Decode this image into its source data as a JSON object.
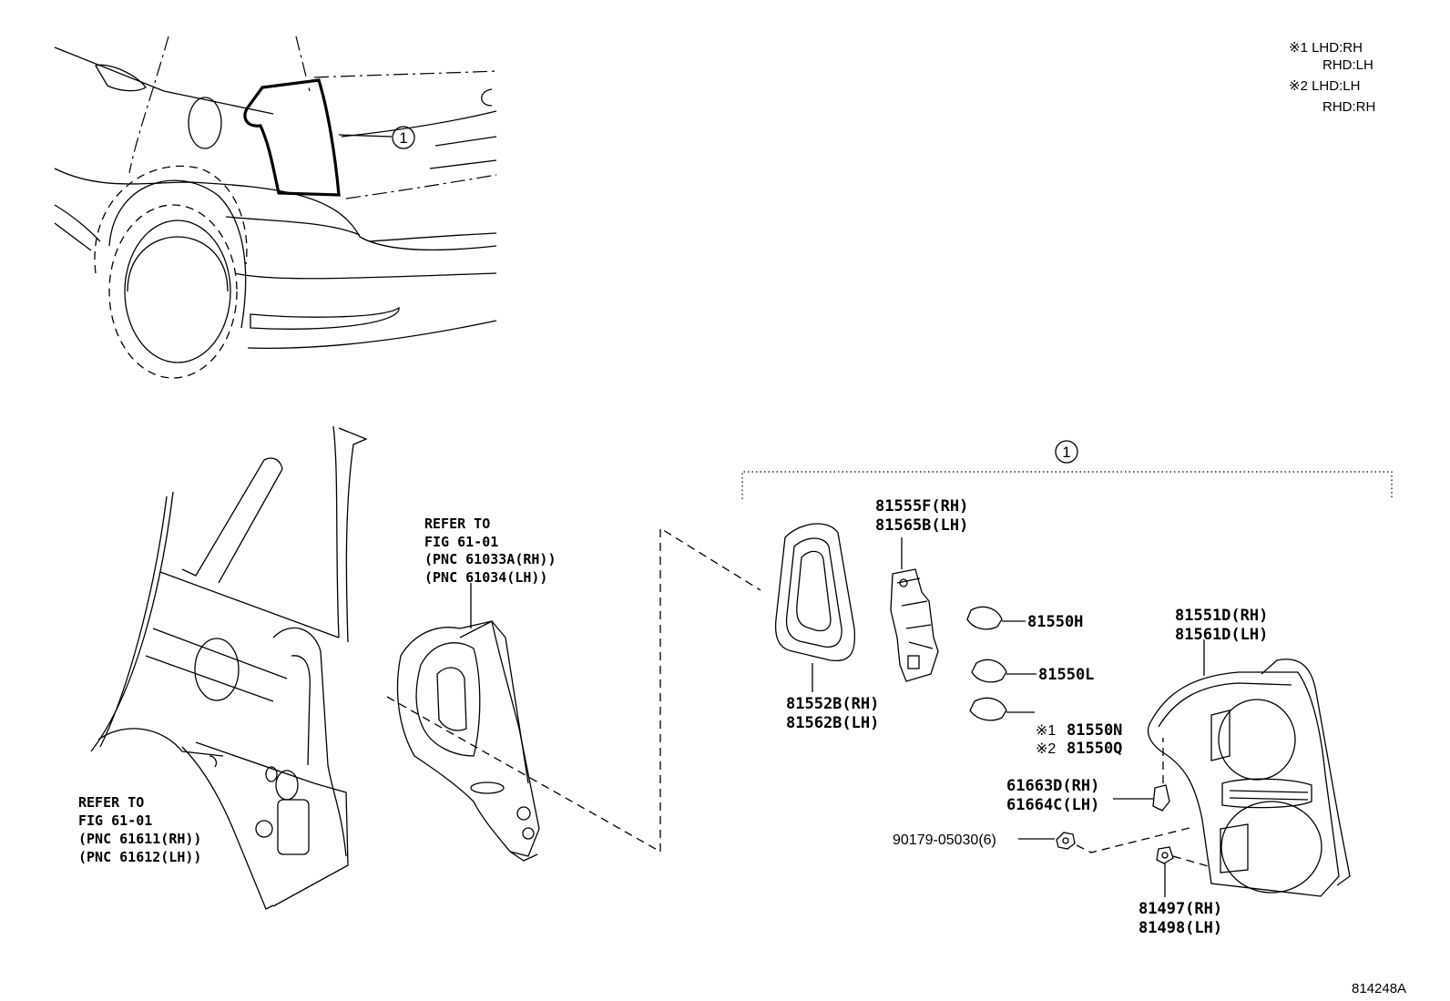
{
  "notes": {
    "n1_line1": "※1 LHD:RH",
    "n1_line2": "RHD:LH",
    "n2_line1": "※2 LHD:LH",
    "n2_line2": "RHD:RH"
  },
  "callouts": {
    "assembly_top": "1",
    "assembly_group": "1"
  },
  "refer_center": {
    "l1": "REFER TO",
    "l2": "FIG 61-01",
    "l3": "(PNC 61033A(RH))",
    "l4": "(PNC 61034(LH))"
  },
  "refer_left": {
    "l1": "REFER TO",
    "l2": "FIG 61-01",
    "l3": "(PNC 61611(RH))",
    "l4": "(PNC 61612(LH))"
  },
  "parts": {
    "socket_rh": "81555F(RH)",
    "socket_lh": "81565B(LH)",
    "bulb_h": "81550H",
    "bulb_l": "81550L",
    "bulb_n_mark": "※1",
    "bulb_n": "81550N",
    "bulb_q_mark": "※2",
    "bulb_q": "81550Q",
    "gasket_rh": "81552B(RH)",
    "gasket_lh": "81562B(LH)",
    "lamp_rh": "81551D(RH)",
    "lamp_lh": "81561D(LH)",
    "clip_rh": "61663D(RH)",
    "clip_lh": "61664C(LH)",
    "nut": "90179-05030(6)",
    "retainer_rh": "81497(RH)",
    "retainer_lh": "81498(LH)"
  },
  "figure_id": "814248A"
}
